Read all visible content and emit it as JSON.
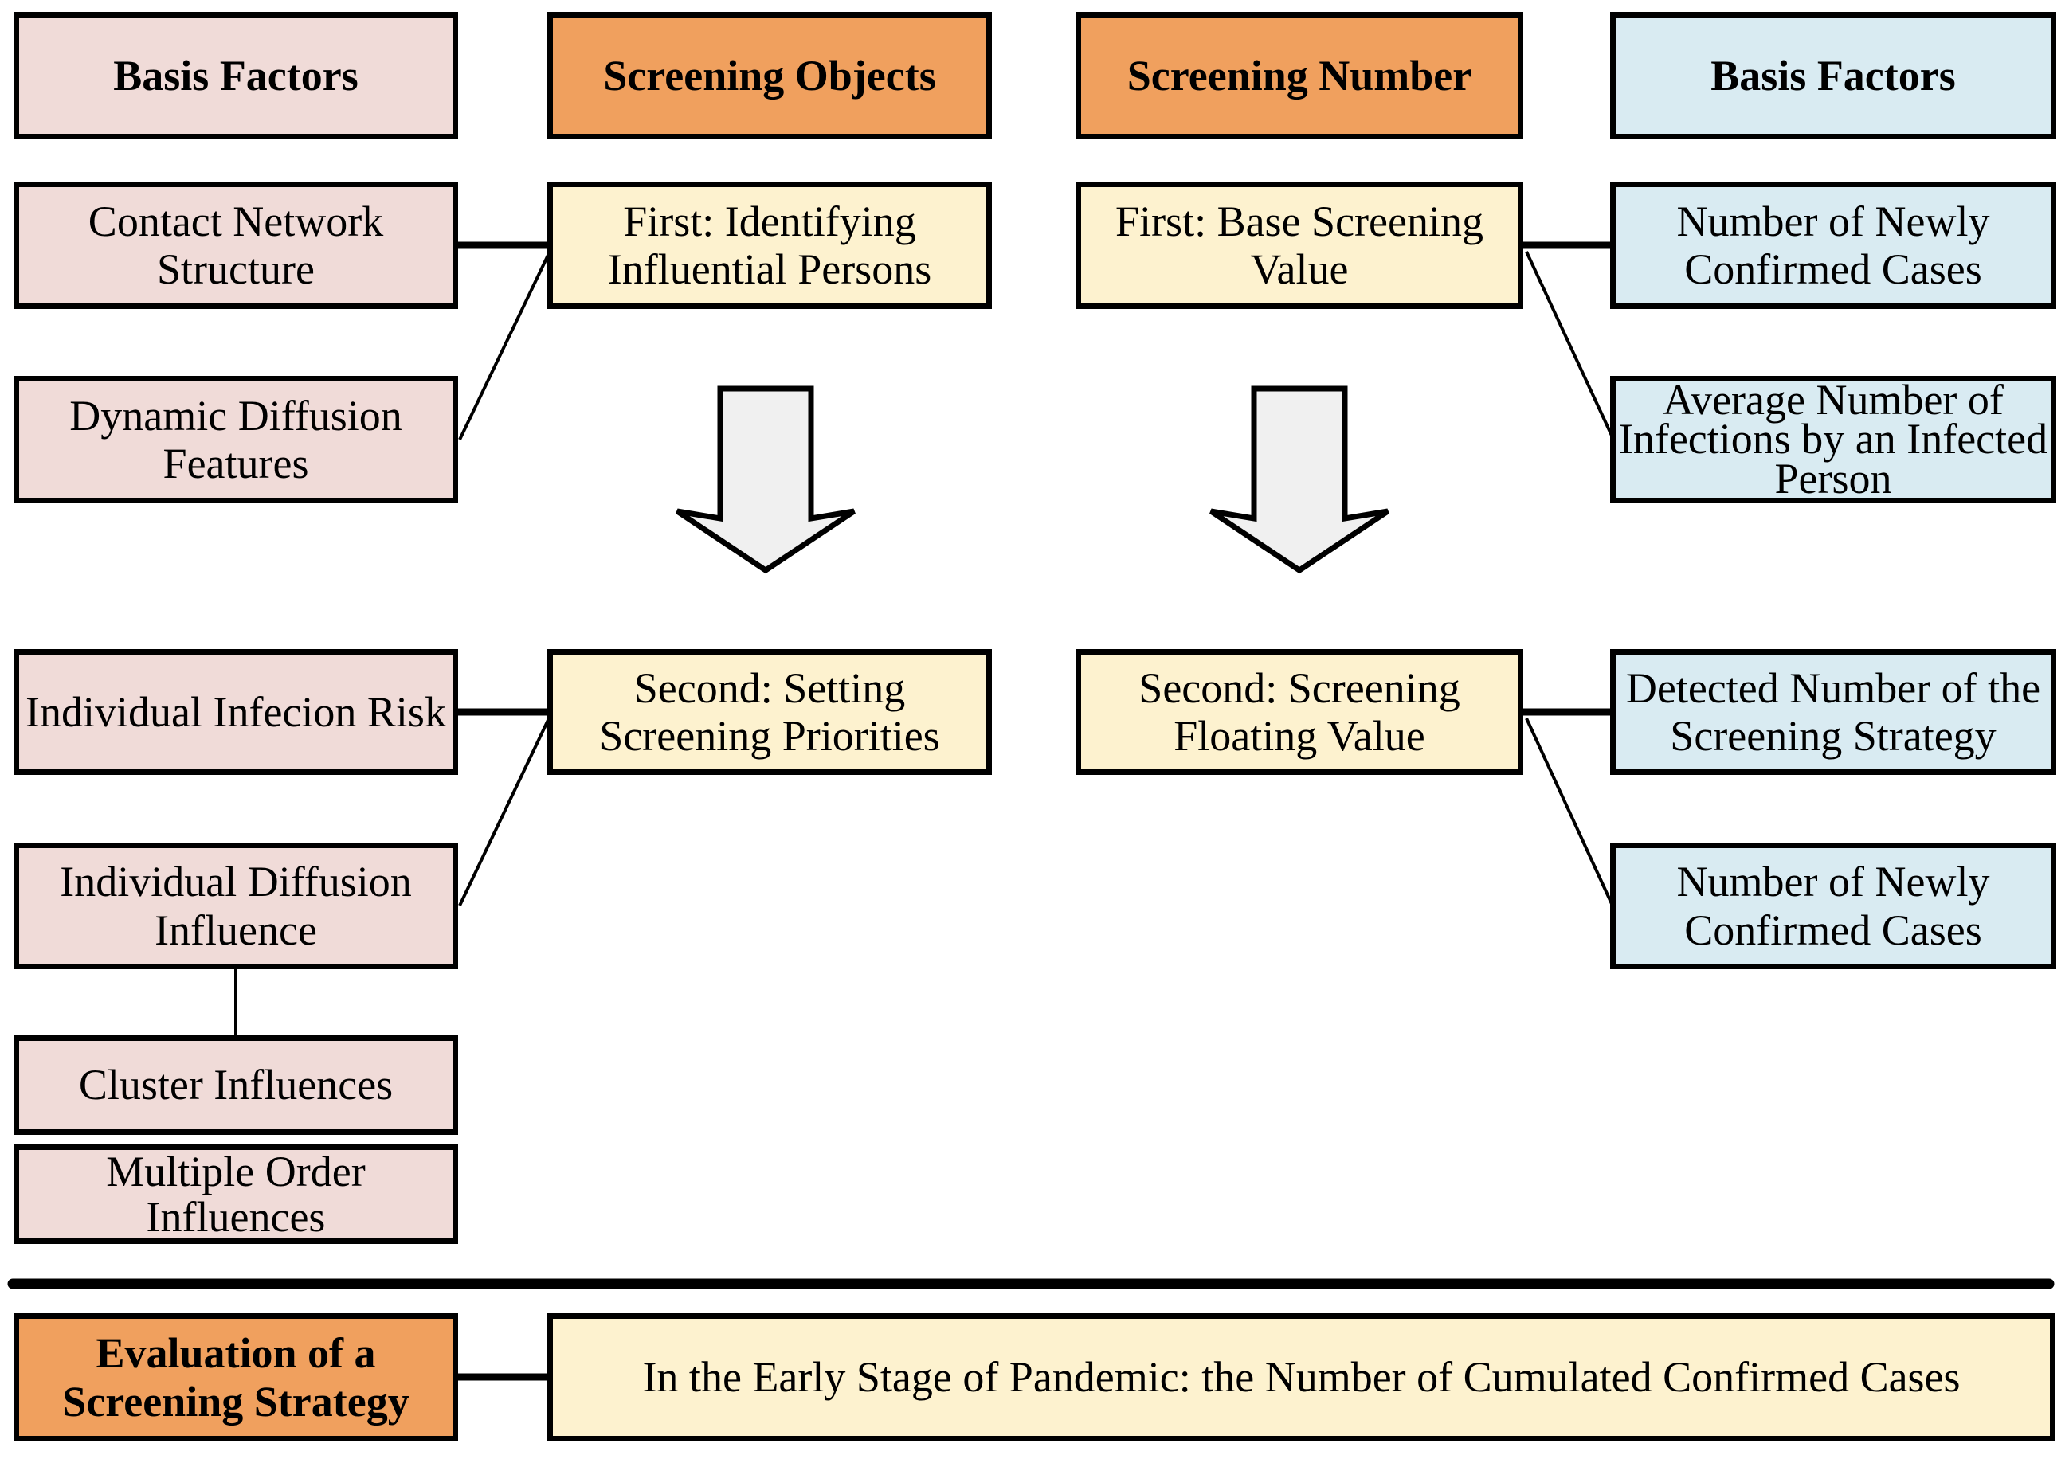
{
  "title": "Screening strategy factor diagram",
  "colors": {
    "basis_factors_left": "#F0DBD8",
    "headers_orange": "#F0A05E",
    "steps_yellow": "#FDF2CF",
    "basis_factors_right": "#D9EBF2",
    "arrow_fill": "#F0F0F0",
    "line": "#000000",
    "background": "#FFFFFF"
  },
  "boxes": {
    "basis_factors_left": {
      "label": "Basis Factors"
    },
    "screening_objects": {
      "label": "Screening Objects"
    },
    "screening_number": {
      "label": "Screening Number"
    },
    "basis_factors_right": {
      "label": "Basis Factors"
    },
    "contact_network": {
      "label": "Contact Network\nStructure"
    },
    "first_identifying": {
      "label": "First: Identifying\nInfluential Persons"
    },
    "first_base": {
      "label": "First: Base Screening\nValue"
    },
    "newly_confirmed_top": {
      "label": "Number of Newly\nConfirmed Cases"
    },
    "dynamic_diffusion": {
      "label": "Dynamic Diffusion\nFeatures"
    },
    "average_infections": {
      "label": "Average Number of\nInfections by an Infected\nPerson"
    },
    "individual_infection_risk": {
      "label": "Individual Infecion Risk"
    },
    "second_setting": {
      "label": "Second: Setting\nScreening Priorities"
    },
    "second_floating": {
      "label": "Second: Screening\nFloating Value"
    },
    "detected_number": {
      "label": "Detected Number of the\nScreening Strategy"
    },
    "individual_diffusion": {
      "label": "Individual Diffusion\nInfluence"
    },
    "newly_confirmed_bottom": {
      "label": "Number of Newly\nConfirmed Cases"
    },
    "cluster_influences": {
      "label": "Cluster Influences"
    },
    "multiple_order": {
      "label": "Multiple Order\nInfluences"
    },
    "evaluation": {
      "label": "Evaluation of a\nScreening Strategy"
    },
    "early_stage": {
      "label": "In the Early Stage of Pandemic: the Number of Cumulated Confirmed Cases"
    }
  }
}
